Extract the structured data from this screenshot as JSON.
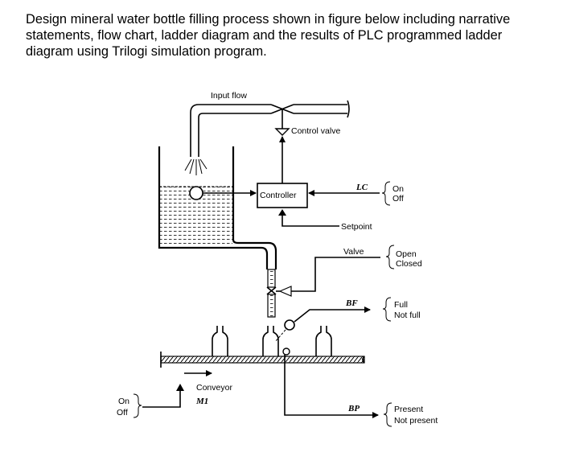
{
  "question": {
    "line1": "Design mineral water bottle filling process shown in figure below including narrative",
    "line2": "statements, flow chart, ladder diagram and the results of PLC programmed ladder",
    "line3": "diagram using Trilogi simulation program."
  },
  "diagram": {
    "input_flow": "Input flow",
    "control_valve": "Control valve",
    "controller": "Controller",
    "lc": "LC",
    "lc_on": "On",
    "lc_off": "Off",
    "setpoint": "Setpoint",
    "valve": "Valve",
    "valve_open": "Open",
    "valve_closed": "Closed",
    "bf": "BF",
    "bf_full": "Full",
    "bf_not_full": "Not full",
    "conveyor": "Conveyor",
    "m1": "M1",
    "m1_on": "On",
    "m1_off": "Off",
    "bp": "BP",
    "bp_present": "Present",
    "bp_not_present": "Not present"
  }
}
